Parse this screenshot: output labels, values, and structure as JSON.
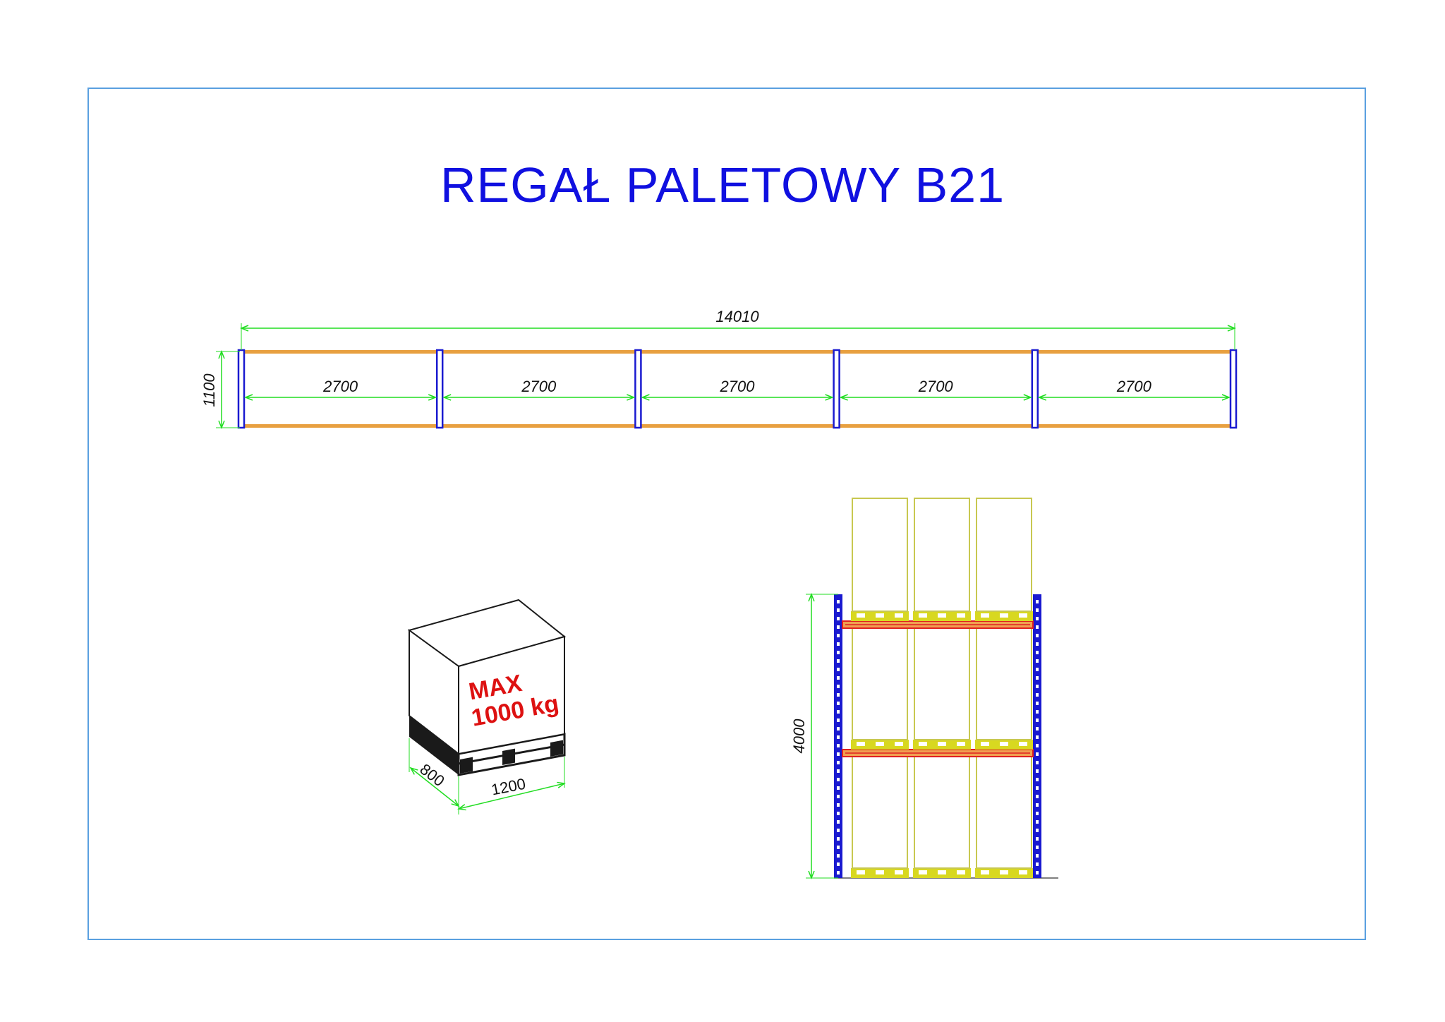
{
  "title": "REGAŁ PALETOWY B21",
  "plan": {
    "overall_length": "14010",
    "depth": "1100",
    "bay_lengths": [
      "2700",
      "2700",
      "2700",
      "2700",
      "2700"
    ]
  },
  "pallet": {
    "label_line1": "MAX",
    "label_line2": "1000 kg",
    "width": "1200",
    "depth": "800"
  },
  "elevation": {
    "height": "4000",
    "levels": 3,
    "pallets_per_level": 3
  },
  "colors": {
    "frame": "#1a1ad0",
    "beam": "#e8a040",
    "dimension": "#22dd22",
    "title": "#1010e0",
    "load_box": "#c8c850",
    "pallet_base": "#d8d820",
    "beam_accent": "#e02020",
    "label": "#dd1111"
  }
}
